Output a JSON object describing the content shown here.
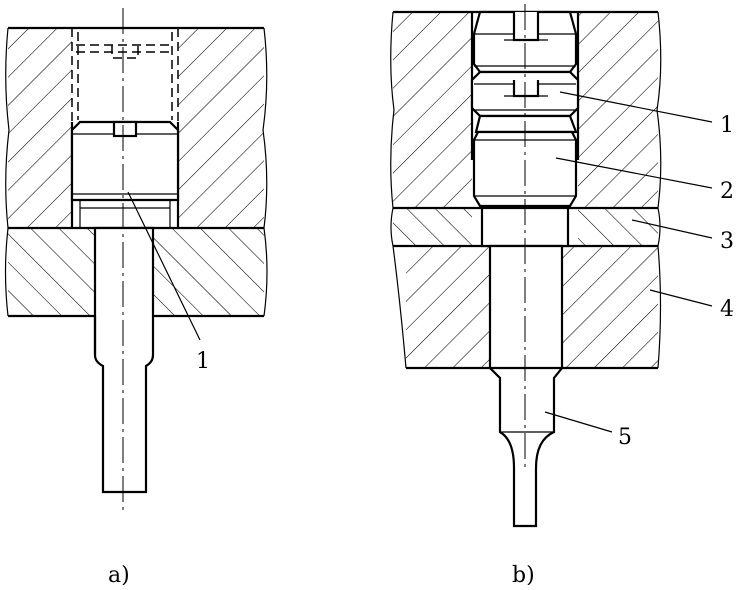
{
  "figures": [
    {
      "caption": "a)",
      "callouts": [
        "1"
      ]
    },
    {
      "caption": "b)",
      "callouts": [
        "1",
        "2",
        "3",
        "4",
        "5"
      ]
    }
  ]
}
